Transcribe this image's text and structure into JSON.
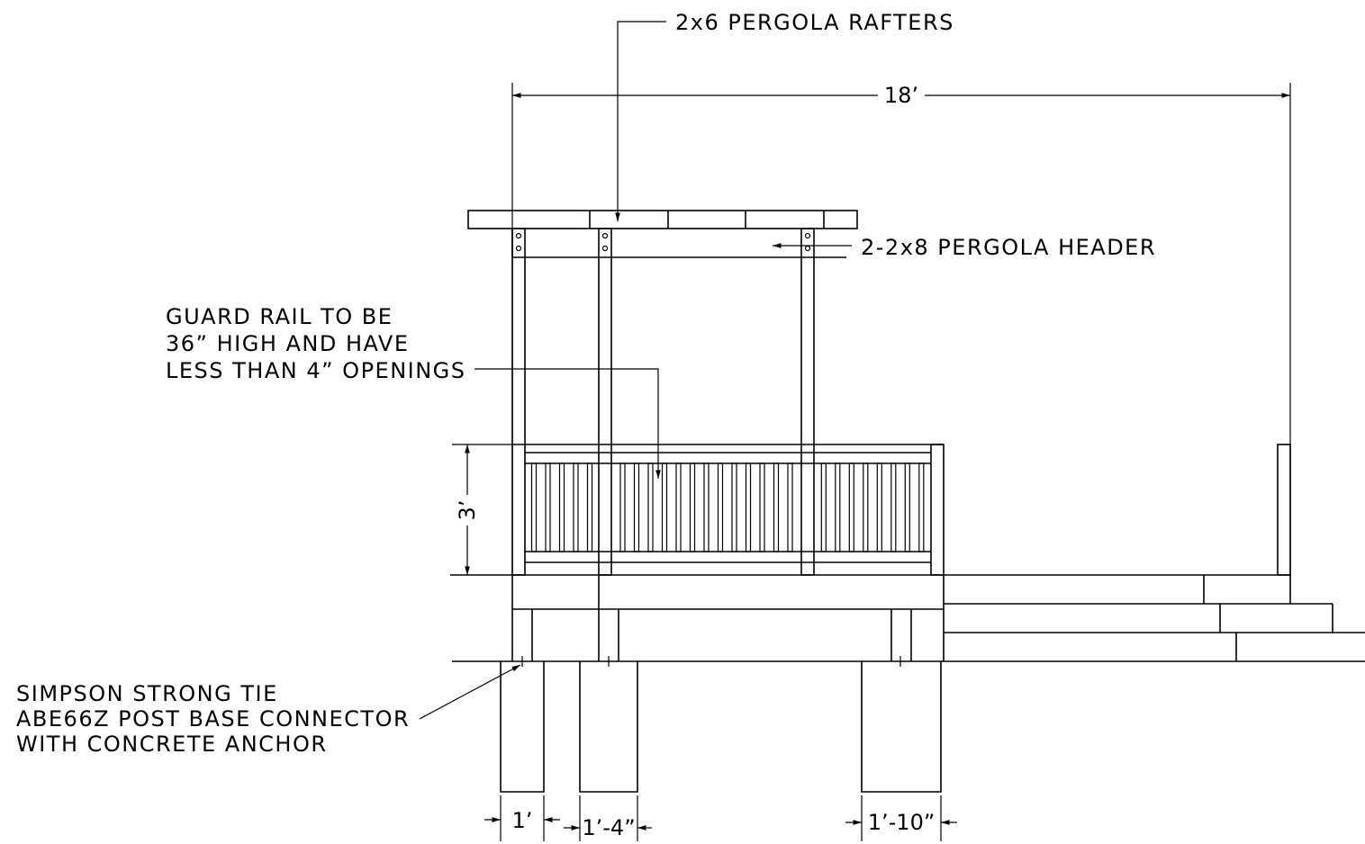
{
  "labels": {
    "rafters": "2x6 PERGOLA RAFTERS",
    "header": "2-2x8 PERGOLA HEADER",
    "guard_line1": "GUARD RAIL TO BE",
    "guard_line2": "36” HIGH AND HAVE",
    "guard_line3": "LESS THAN 4” OPENINGS",
    "simpson_line1": "SIMPSON STRONG TIE",
    "simpson_line2": "ABE66Z POST BASE CONNECTOR",
    "simpson_line3": "WITH CONCRETE ANCHOR"
  },
  "dimensions": {
    "overall_width": "18’",
    "rail_height": "3’",
    "footing_a": "1’",
    "footing_b": "1’-4”",
    "footing_c": "1’-10”"
  }
}
